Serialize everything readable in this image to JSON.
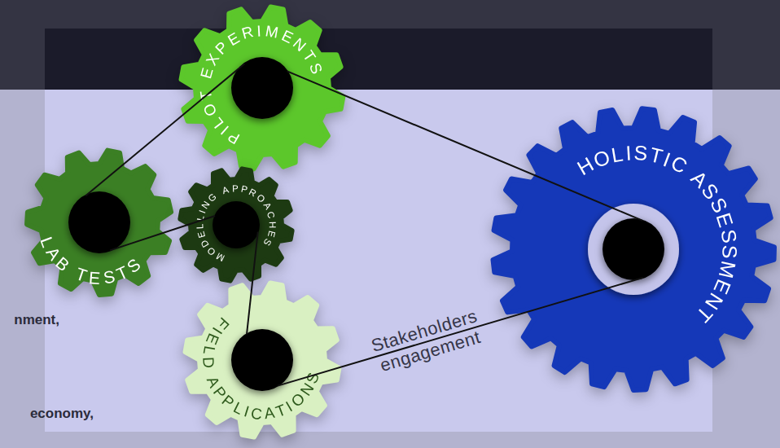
{
  "diagram": {
    "nodes": [
      {
        "text": [
          "PILOT EXPERIMENTS"
        ]
      },
      {
        "text": [
          "LAB TESTS"
        ]
      },
      {
        "text": [
          "MODELLING APPROACHES"
        ]
      },
      {
        "text": [
          "FIELD APPLICATIONS"
        ]
      },
      {
        "text": [
          "HOLISTIC ASSESSMENT"
        ]
      }
    ],
    "edges": [
      {
        "from": 0,
        "to": 1,
        "arrow": "none"
      },
      {
        "from": 1,
        "to": 2,
        "arrow": "none"
      },
      {
        "from": 2,
        "to": 3,
        "arrow": "none"
      },
      {
        "from": 3,
        "to": 4,
        "label": "Stakeholders engagement",
        "arrow": "none"
      },
      {
        "from": 0,
        "to": 4,
        "arrow": "none"
      }
    ],
    "labels": [
      "nment,",
      "economy,"
    ]
  }
}
